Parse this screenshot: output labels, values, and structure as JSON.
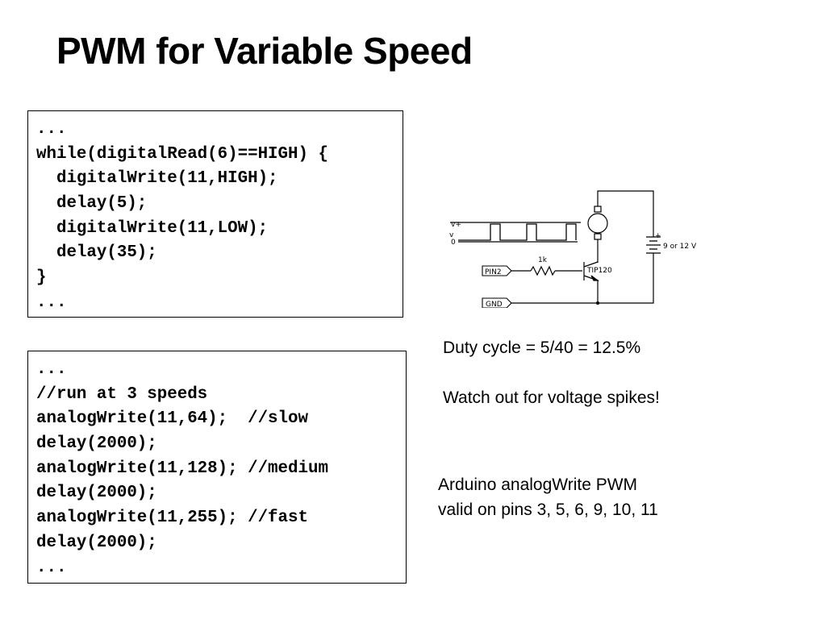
{
  "slide": {
    "title": "PWM for Variable Speed"
  },
  "code_block_1": {
    "lines": [
      "...",
      "while(digitalRead(6)==HIGH) {",
      "  digitalWrite(11,HIGH);",
      "  delay(5);",
      "  digitalWrite(11,LOW);",
      "  delay(35);",
      "}",
      "..."
    ]
  },
  "code_block_2": {
    "lines": [
      "...",
      "//run at 3 speeds",
      "analogWrite(11,64);  //slow",
      "delay(2000);",
      "analogWrite(11,128); //medium",
      "delay(2000);",
      "analogWrite(11,255); //fast",
      "delay(2000);",
      "..."
    ]
  },
  "schematic": {
    "pin_label": "PIN2",
    "gnd_label": "GND",
    "resistor_label": "1k",
    "transistor_label": "TIP120",
    "supply_label": "9 or 12 V",
    "supply_plus": "+",
    "wave_vplus": "v+",
    "wave_v": "v",
    "wave_zero": "0"
  },
  "notes": {
    "duty_cycle": "Duty cycle = 5/40 = 12.5%",
    "voltage_spikes": "Watch out for voltage spikes!",
    "arduino_line1": "Arduino analogWrite PWM",
    "arduino_line2": "valid on pins 3, 5, 6, 9, 10, 11"
  }
}
